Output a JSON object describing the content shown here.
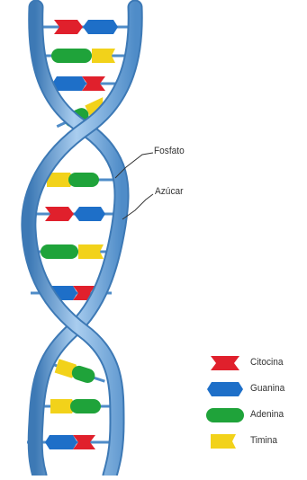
{
  "labels": {
    "fosfato": "Fosfato",
    "azucar": "Azúcar"
  },
  "legend": [
    {
      "base": "cytosine",
      "label": "Citocina",
      "color": "#e0202c"
    },
    {
      "base": "guanine",
      "label": "Guanina",
      "color": "#1e6fc8"
    },
    {
      "base": "adenine",
      "label": "Adenina",
      "color": "#1fa33a"
    },
    {
      "base": "thymine",
      "label": "Timina",
      "color": "#f2d21a"
    }
  ],
  "colors": {
    "backbone": "#6fa6d8",
    "backbone_light": "#a9cdef",
    "backbone_dark": "#3d79b5"
  }
}
